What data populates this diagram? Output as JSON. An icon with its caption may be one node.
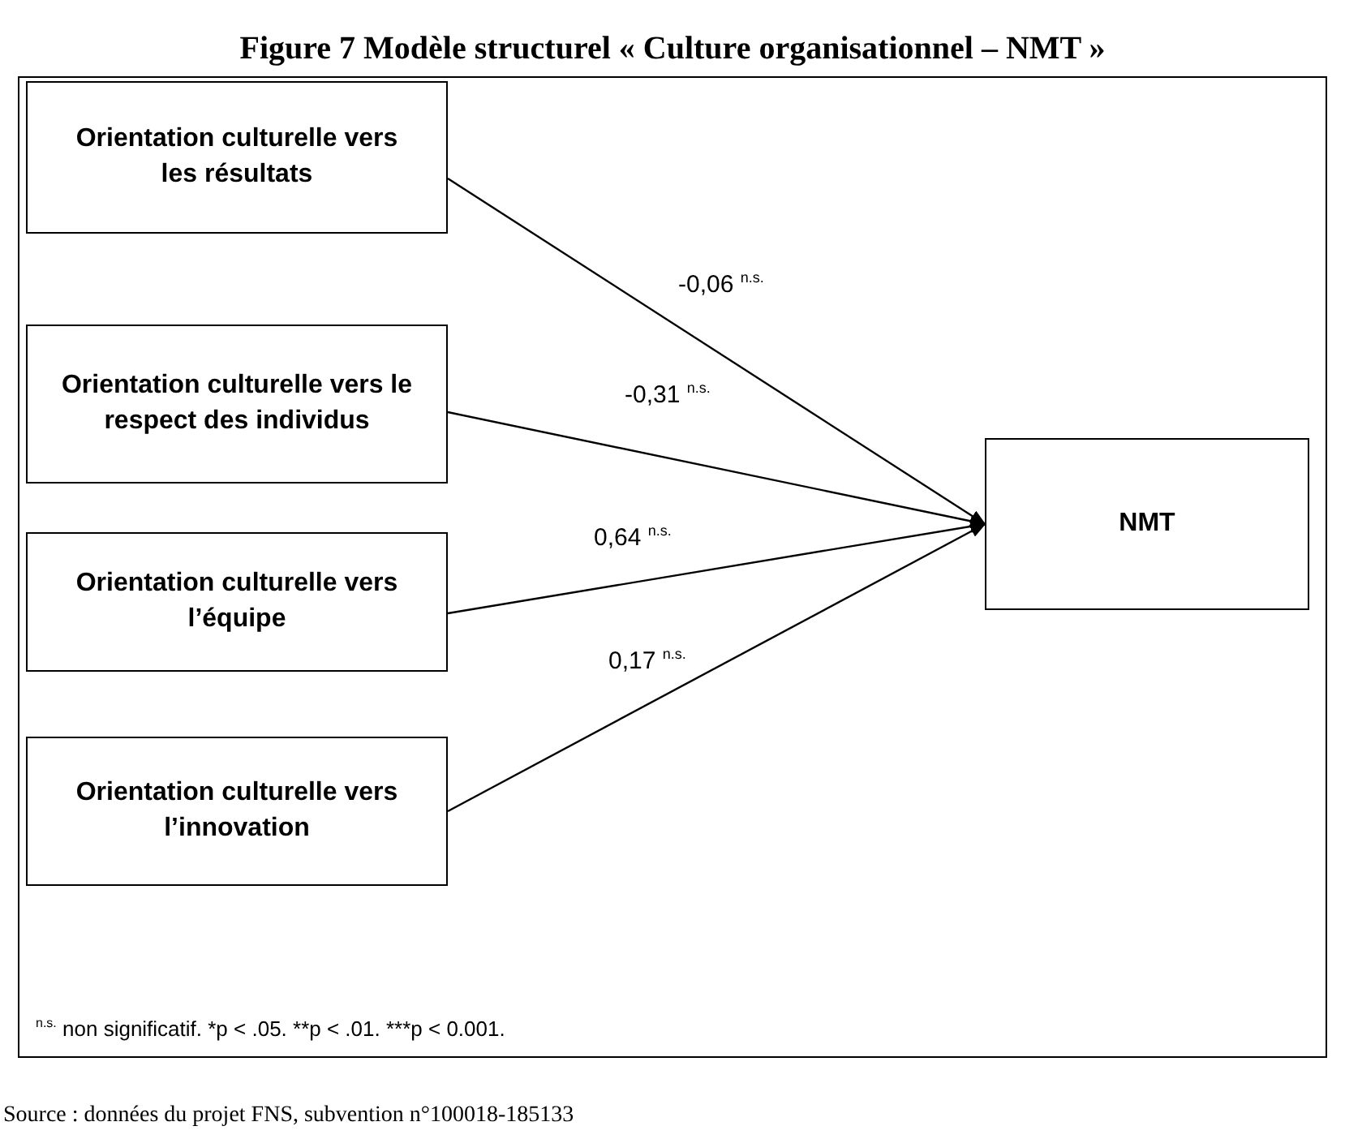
{
  "diagram": {
    "title": "Figure 7 Modèle structurel « Culture organisationnel – NMT »",
    "caption": "Source : données du projet FNS, subvention n°100018-185133",
    "nodes": [
      {
        "text": [
          "Orientation culturelle vers les résultats"
        ]
      },
      {
        "text": [
          "Orientation culturelle vers le respect des individus"
        ]
      },
      {
        "text": [
          "Orientation culturelle vers l’équipe"
        ]
      },
      {
        "text": [
          "Orientation culturelle vers l’innovation"
        ]
      },
      {
        "text": [
          "NMT"
        ]
      }
    ],
    "edges": [
      {
        "from": 0,
        "to": 4,
        "arrow": "to",
        "label": "-0,06 $^{n.s.}$"
      },
      {
        "from": 1,
        "to": 4,
        "arrow": "to",
        "label": "-0,31 $^{n.s.}$"
      },
      {
        "from": 2,
        "to": 4,
        "arrow": "to",
        "label": "0,64 $^{n.s.}$"
      },
      {
        "from": 3,
        "to": 4,
        "arrow": "to",
        "label": "0,17 $^{n.s.}$"
      }
    ],
    "labels": [
      "n.s.",
      "non significatif. *p < .05. **p < .01. ***p < 0.001."
    ]
  }
}
